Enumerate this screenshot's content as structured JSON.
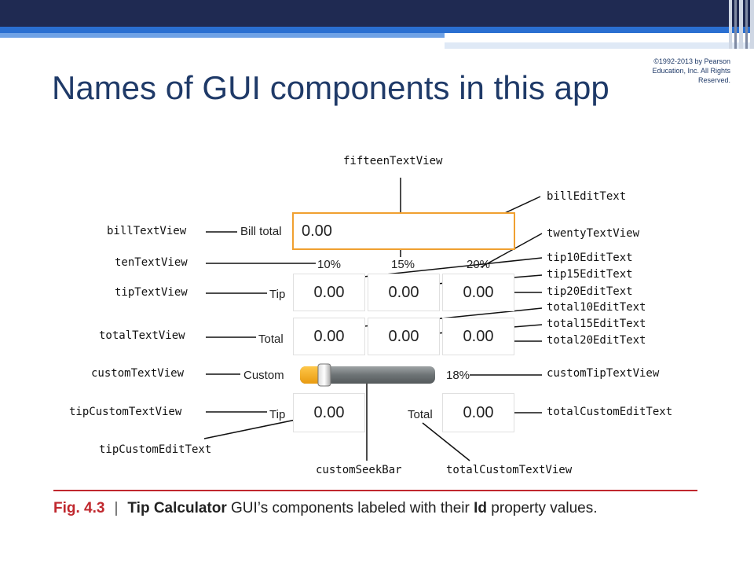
{
  "slide": {
    "title": "Names of GUI components in this app",
    "copyright": "©1992-2013 by Pearson Education, Inc. All Rights Reserved."
  },
  "app": {
    "bill_label": "Bill total",
    "bill_value": "0.00",
    "pct10": "10%",
    "pct15": "15%",
    "pct20": "20%",
    "tip_label": "Tip",
    "tip10": "0.00",
    "tip15": "0.00",
    "tip20": "0.00",
    "total_label": "Total",
    "total10": "0.00",
    "total15": "0.00",
    "total20": "0.00",
    "custom_label": "Custom",
    "custom_pct": "18%",
    "seek_fraction": 0.18,
    "tip_custom_label": "Tip",
    "tip_custom_value": "0.00",
    "total_custom_label": "Total",
    "total_custom_value": "0.00"
  },
  "callouts": {
    "fifteenTextView": "fifteenTextView",
    "billEditText": "billEditText",
    "billTextView": "billTextView",
    "twentyTextView": "twentyTextView",
    "tenTextView": "tenTextView",
    "tip10EditText": "tip10EditText",
    "tip15EditText": "tip15EditText",
    "tipTextView": "tipTextView",
    "tip20EditText": "tip20EditText",
    "total10EditText": "total10EditText",
    "totalTextView": "totalTextView",
    "total15EditText": "total15EditText",
    "total20EditText": "total20EditText",
    "customTextView": "customTextView",
    "customTipTextView": "customTipTextView",
    "tipCustomTextView": "tipCustomTextView",
    "totalCustomEditText": "totalCustomEditText",
    "tipCustomEditText": "tipCustomEditText",
    "customSeekBar": "customSeekBar",
    "totalCustomTextView": "totalCustomTextView"
  },
  "caption": {
    "fig": "Fig. 4.3",
    "sep": "|",
    "bold": "Tip Calculator",
    "mid": "GUI’s components labeled with their",
    "bold2": "Id",
    "rest": "property values."
  },
  "colors": {
    "navy": "#1f2a52",
    "blue": "#2a6fd1",
    "accent_orange": "#f0a030",
    "rule_red": "#c0282e",
    "seek_orange": "#f5a623"
  }
}
